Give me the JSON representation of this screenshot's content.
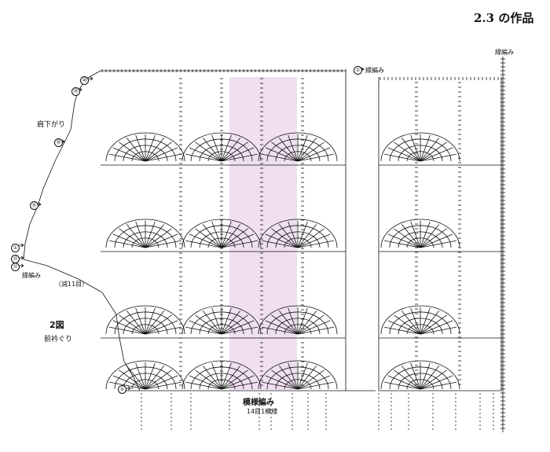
{
  "header": {
    "title": "2.3 の作品"
  },
  "labels": {
    "shoulder_decrease": "肩下がり",
    "figure_no": "2図",
    "front_neck": "前衿ぐり",
    "pattern_name": "模様編み",
    "pattern_repeat": "14目1模様",
    "edge_top": "縁編み",
    "edge_right": "縁編み",
    "edge_left": "縁編み",
    "neck_decrease": "（減11目）"
  },
  "row_markers": [
    "⑳",
    "⑲",
    "⑱",
    "⑮",
    "⑬",
    "⑫",
    "①"
  ],
  "colors": {
    "line": "#111111",
    "highlight": "#efdff1",
    "background": "#ffffff"
  },
  "icons": [
    "arrow-marker-icon",
    "chain-stitch-icon",
    "fan-stitch-icon"
  ]
}
